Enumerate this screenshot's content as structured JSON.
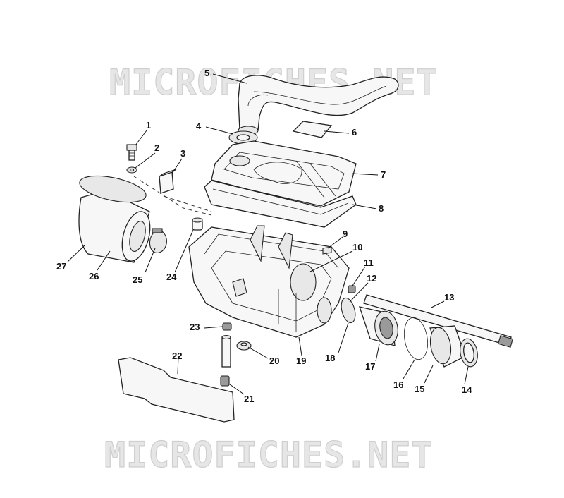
{
  "watermark": {
    "top": "MICROFICHES.NET",
    "bottom": "MICROFICHES.NET"
  },
  "callouts": {
    "c1": "1",
    "c2": "2",
    "c3": "3",
    "c4": "4",
    "c5": "5",
    "c6": "6",
    "c7": "7",
    "c8": "8",
    "c9": "9",
    "c10": "10",
    "c11": "11",
    "c12": "12",
    "c13": "13",
    "c14": "14",
    "c15": "15",
    "c16": "16",
    "c17": "17",
    "c18": "18",
    "c19": "19",
    "c20": "20",
    "c21": "21",
    "c22": "22",
    "c23": "23",
    "c24": "24",
    "c25": "25",
    "c26": "26",
    "c27": "27"
  }
}
